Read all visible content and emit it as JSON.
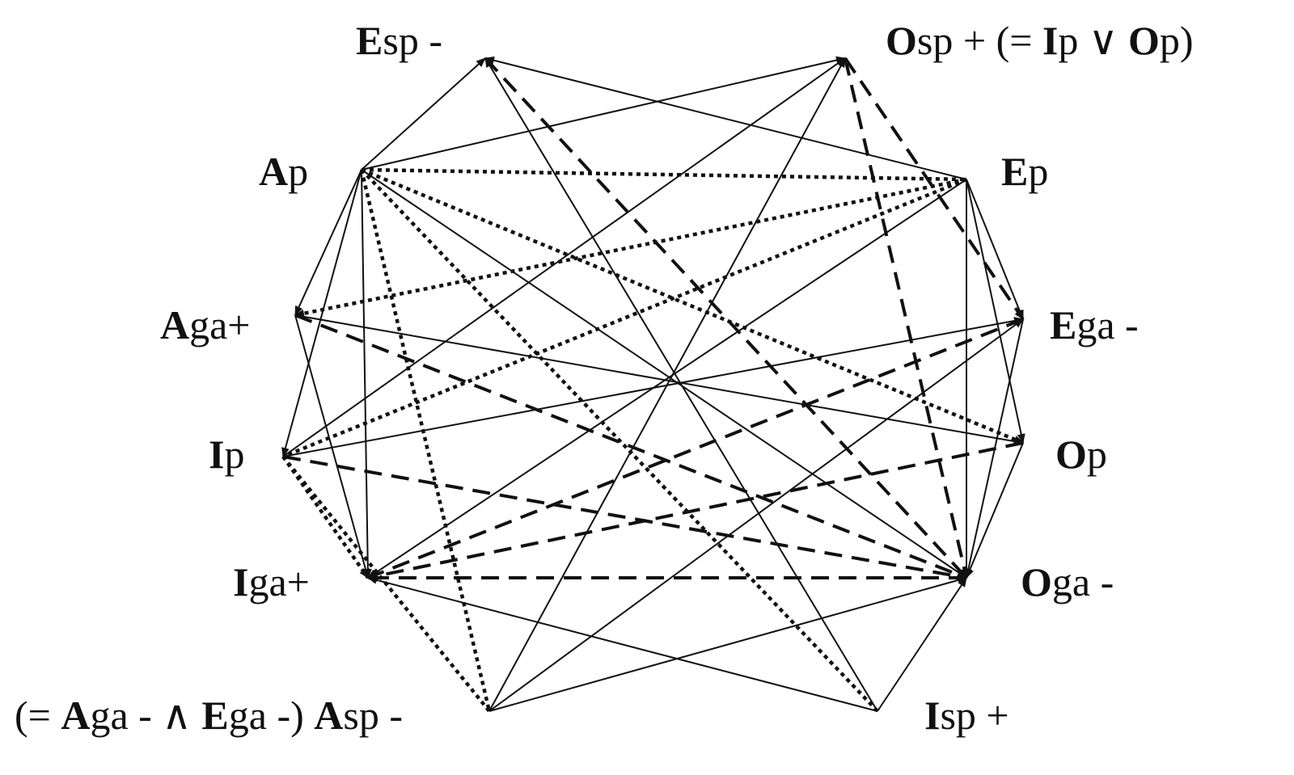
{
  "diagram": {
    "nodes": [
      {
        "id": "Esp",
        "label": [
          {
            "t": "E",
            "b": true
          },
          {
            "t": "sp -"
          }
        ]
      },
      {
        "id": "Osp",
        "label": [
          {
            "t": "O",
            "b": true
          },
          {
            "t": "sp + (= "
          },
          {
            "t": "I",
            "b": true
          },
          {
            "t": "p ∨ "
          },
          {
            "t": "O",
            "b": true
          },
          {
            "t": "p)"
          }
        ]
      },
      {
        "id": "Ap",
        "label": [
          {
            "t": "A",
            "b": true
          },
          {
            "t": "p"
          }
        ]
      },
      {
        "id": "Ep",
        "label": [
          {
            "t": "E",
            "b": true
          },
          {
            "t": "p"
          }
        ]
      },
      {
        "id": "Aga",
        "label": [
          {
            "t": "A",
            "b": true
          },
          {
            "t": "ga+"
          }
        ]
      },
      {
        "id": "Ega",
        "label": [
          {
            "t": "E",
            "b": true
          },
          {
            "t": "ga -"
          }
        ]
      },
      {
        "id": "Ip",
        "label": [
          {
            "t": "I",
            "b": true
          },
          {
            "t": "p"
          }
        ]
      },
      {
        "id": "Op",
        "label": [
          {
            "t": "O",
            "b": true
          },
          {
            "t": "p"
          }
        ]
      },
      {
        "id": "Iga",
        "label": [
          {
            "t": "I",
            "b": true
          },
          {
            "t": "ga+"
          }
        ]
      },
      {
        "id": "Oga",
        "label": [
          {
            "t": "O",
            "b": true
          },
          {
            "t": "ga -"
          }
        ]
      },
      {
        "id": "Asp",
        "label": [
          {
            "t": "(= "
          },
          {
            "t": "A",
            "b": true
          },
          {
            "t": "ga - ∧ "
          },
          {
            "t": "E",
            "b": true
          },
          {
            "t": "ga -) "
          },
          {
            "t": "A",
            "b": true
          },
          {
            "t": "sp -"
          }
        ]
      },
      {
        "id": "Isp",
        "label": [
          {
            "t": "I",
            "b": true
          },
          {
            "t": "sp +"
          }
        ]
      }
    ],
    "edges": [
      {
        "from": "Ap",
        "to": "Esp",
        "style": "solid"
      },
      {
        "from": "Ap",
        "to": "Osp",
        "style": "solid"
      },
      {
        "from": "Ep",
        "to": "Esp",
        "style": "solid"
      },
      {
        "from": "Ap",
        "to": "Aga",
        "style": "solid"
      },
      {
        "from": "Ap",
        "to": "Ip",
        "style": "solid"
      },
      {
        "from": "Ap",
        "to": "Iga",
        "style": "solid"
      },
      {
        "from": "Ep",
        "to": "Ega",
        "style": "solid"
      },
      {
        "from": "Ep",
        "to": "Op",
        "style": "solid"
      },
      {
        "from": "Ep",
        "to": "Oga",
        "style": "solid"
      },
      {
        "from": "Aga",
        "to": "Iga",
        "style": "solid"
      },
      {
        "from": "Op",
        "to": "Oga",
        "style": "solid"
      },
      {
        "from": "Ega",
        "to": "Oga",
        "style": "solid"
      },
      {
        "from": "Isp",
        "to": "Esp",
        "style": "solid"
      },
      {
        "from": "Asp",
        "to": "Osp",
        "style": "solid"
      },
      {
        "from": "Aga",
        "to": "Op",
        "style": "solid",
        "noarrow": true
      },
      {
        "from": "Ip",
        "to": "Ega",
        "style": "solid"
      },
      {
        "from": "Ap",
        "to": "Oga",
        "style": "solid"
      },
      {
        "from": "Ep",
        "to": "Iga",
        "style": "solid"
      },
      {
        "from": "Ip",
        "to": "Osp",
        "style": "solid"
      },
      {
        "from": "Asp",
        "to": "Ega",
        "style": "solid"
      },
      {
        "from": "Asp",
        "to": "Oga",
        "style": "solid"
      },
      {
        "from": "Isp",
        "to": "Oga",
        "style": "solid"
      },
      {
        "from": "Isp",
        "to": "Iga",
        "style": "solid"
      },
      {
        "from": "Osp",
        "to": "Ega",
        "style": "dashed"
      },
      {
        "from": "Osp",
        "to": "Oga",
        "style": "dashed"
      },
      {
        "from": "Esp",
        "to": "Oga",
        "style": "dashed"
      },
      {
        "from": "Aga",
        "to": "Oga",
        "style": "dashed"
      },
      {
        "from": "Ip",
        "to": "Oga",
        "style": "dashed"
      },
      {
        "from": "Oga",
        "to": "Iga",
        "style": "dashed"
      },
      {
        "from": "Op",
        "to": "Iga",
        "style": "dashed"
      },
      {
        "from": "Ega",
        "to": "Iga",
        "style": "dashed"
      },
      {
        "from": "Ap",
        "to": "Ep",
        "style": "dotted",
        "noarrow": true
      },
      {
        "from": "Ap",
        "to": "Op",
        "style": "dotted"
      },
      {
        "from": "Ap",
        "to": "Asp",
        "style": "dotted",
        "noarrow": true
      },
      {
        "from": "Ap",
        "to": "Isp",
        "style": "dotted",
        "noarrow": true
      },
      {
        "from": "Ep",
        "to": "Aga",
        "style": "dotted"
      },
      {
        "from": "Ep",
        "to": "Ip",
        "style": "dotted",
        "noarrow": true
      },
      {
        "from": "Ip",
        "to": "Asp",
        "style": "dotted",
        "noarrow": true
      },
      {
        "from": "Ip",
        "to": "Iga",
        "style": "dotted"
      }
    ]
  }
}
